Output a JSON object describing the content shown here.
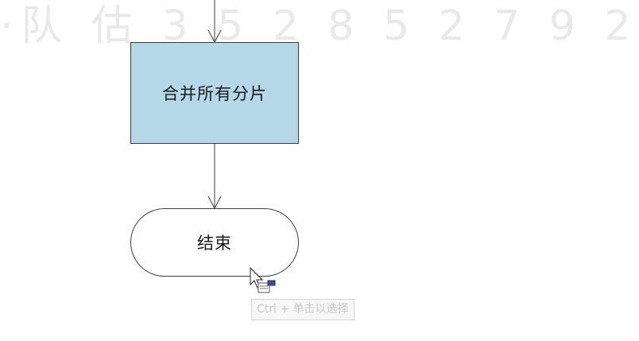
{
  "watermark": {
    "text": "·队 估 3 5 2 8 5 2 7 9 2"
  },
  "diagram": {
    "process_step": {
      "label": "合并所有分片"
    },
    "end_terminal": {
      "label": "结束"
    },
    "colors": {
      "process_fill": "#b5d8e8",
      "terminal_fill": "#ffffff",
      "stroke": "#3c3c3c"
    }
  },
  "tooltip": {
    "text": "Ctrl + 单击以选择"
  }
}
